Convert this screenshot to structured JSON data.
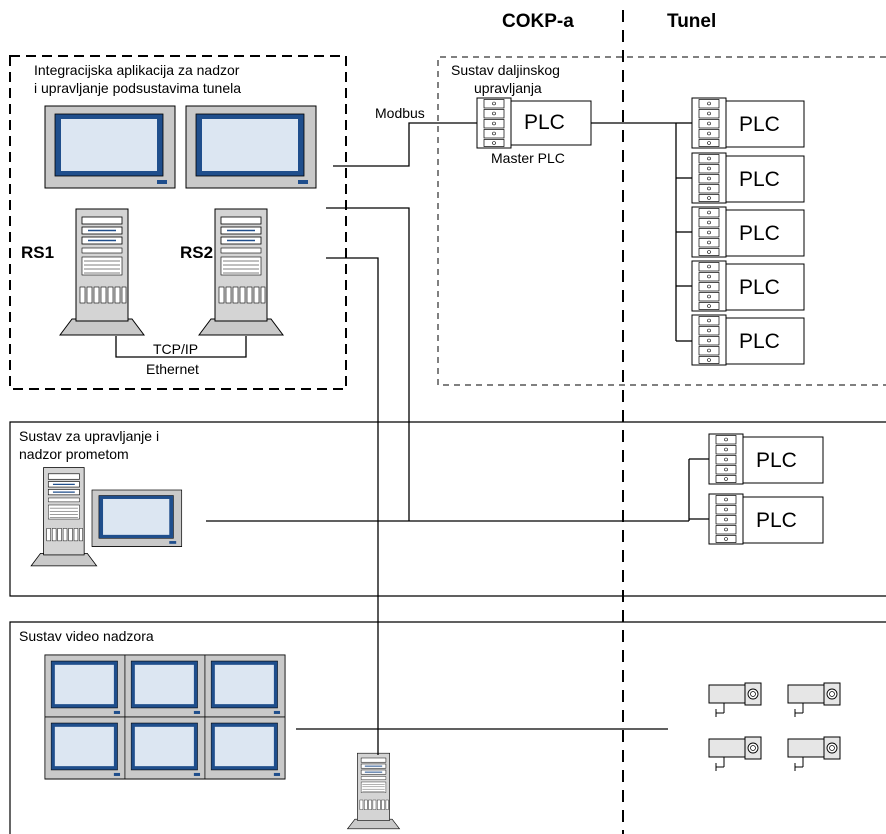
{
  "headers": {
    "cokp": "COKP-a",
    "tunel": "Tunel"
  },
  "integration": {
    "title_line1": "Integracijska aplikacija za nadzor",
    "title_line2": "i upravljanje podsustavima tunela",
    "rs1": "RS1",
    "rs2": "RS2",
    "network_line1": "TCP/IP",
    "network_line2": "Ethernet"
  },
  "remote_control": {
    "title_line1": "Sustav daljinskog",
    "title_line2": "upravljanja",
    "protocol": "Modbus",
    "master_label": "PLC",
    "master_caption": "Master PLC",
    "tunnel_plcs": [
      "PLC",
      "PLC",
      "PLC",
      "PLC",
      "PLC"
    ]
  },
  "traffic": {
    "title_line1": "Sustav za upravljanje i",
    "title_line2": "nadzor prometom",
    "plcs": [
      "PLC",
      "PLC"
    ]
  },
  "video": {
    "title": "Sustav video nadzora",
    "camera_count": 4,
    "monitor_count": 6
  },
  "colors": {
    "screen_border": "#1f4e8c",
    "screen_fill": "#dce6f2",
    "device_gray": "#cfcfcf"
  }
}
